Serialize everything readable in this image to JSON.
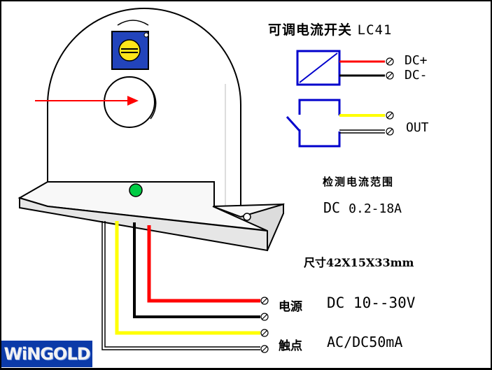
{
  "title": {
    "cn": "可调电流开关",
    "model": "LC41"
  },
  "terminals": {
    "dc_plus": "DC+",
    "dc_minus": "DC-",
    "out": "OUT"
  },
  "detection": {
    "label": "检测电流范围",
    "prefix": "DC",
    "range": "0.2-18A"
  },
  "dimensions": "尺寸42X15X33mm",
  "power": {
    "label": "电源",
    "value": "DC 10--30V"
  },
  "contact": {
    "label": "触点",
    "value": "AC/DC50mA"
  },
  "logo": "WiNGOLD",
  "colors": {
    "background": "#000000",
    "panel": "#ffffff",
    "wire_red": "#ff0000",
    "wire_black": "#000000",
    "wire_yellow": "#ffff00",
    "wire_white": "#ffffff",
    "symbol_blue": "#0000cc",
    "led_green": "#00cc44",
    "arrow_red": "#ff0000",
    "logo_bg": "#0b3aa8"
  }
}
